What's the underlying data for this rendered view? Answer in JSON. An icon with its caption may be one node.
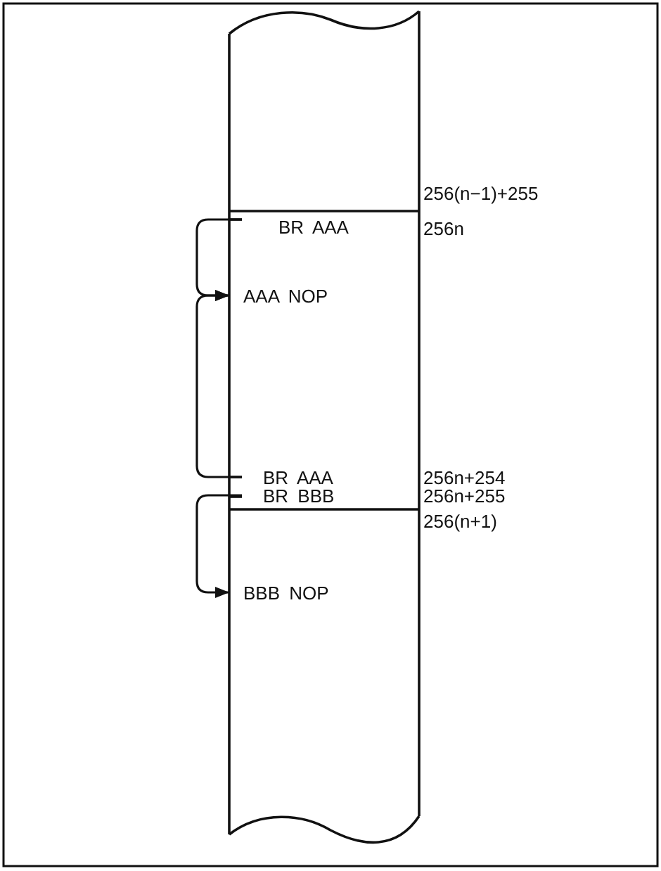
{
  "diagram": {
    "nodes": [
      {
        "text": [
          "BR AAA"
        ]
      },
      {
        "text": [
          "AAA NOP"
        ]
      },
      {
        "text": [
          "BR AAA"
        ]
      },
      {
        "text": [
          "BR BBB"
        ]
      },
      {
        "text": [
          "BBB NOP"
        ]
      }
    ],
    "edges": [
      {
        "from": 0,
        "to": 1,
        "arrow": "to"
      },
      {
        "from": 2,
        "to": 1,
        "arrow": "to"
      },
      {
        "from": 3,
        "to": 4,
        "arrow": "to"
      }
    ],
    "labels": [
      "256(n−1)+255",
      "256n",
      "256n+254",
      "256n+255",
      "256(n+1)"
    ]
  }
}
